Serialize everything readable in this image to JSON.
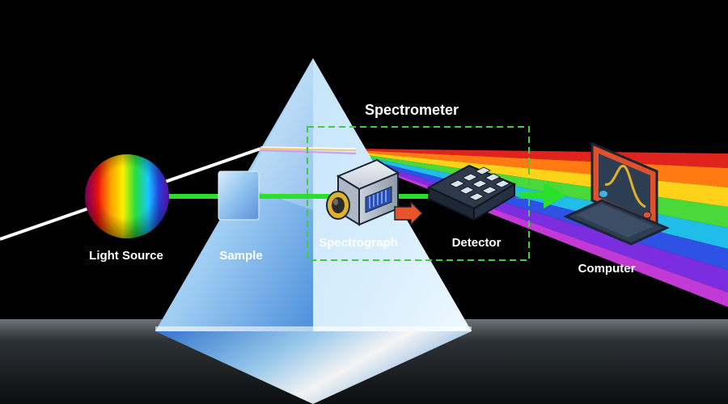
{
  "title": "Spectrometer",
  "components": {
    "light_source": {
      "label": "Light Source",
      "icon": "rainbow-sphere-icon"
    },
    "sample": {
      "label": "Sample",
      "icon": "sample-cuvette-icon"
    },
    "spectrograph": {
      "label": "Spectrograph",
      "icon": "camera-icon"
    },
    "detector": {
      "label": "Detector",
      "icon": "sensor-chip-icon"
    },
    "computer": {
      "label": "Computer",
      "icon": "laptop-icon"
    }
  },
  "colors": {
    "background": "#000000",
    "beam": "#2be02b",
    "dashed_box": "#3ecf3e",
    "laptop_body": "#e0502a",
    "laptop_dark": "#2e3e52",
    "prism": "#a6d2f2"
  }
}
